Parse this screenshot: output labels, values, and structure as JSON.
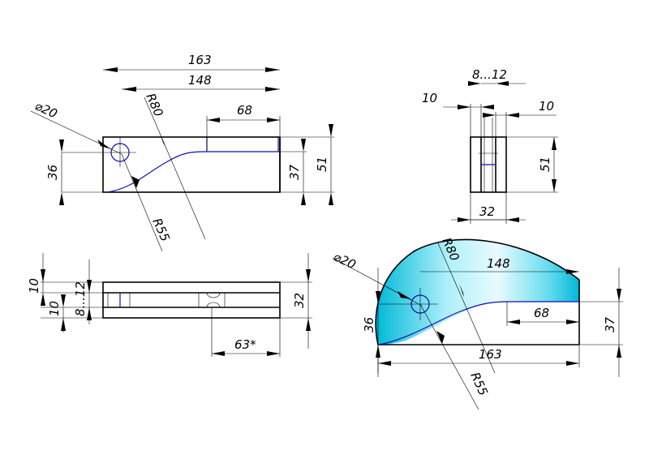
{
  "drawing": {
    "colors": {
      "outline": "#000000",
      "curve": "#1010b0",
      "shade_main": "#00b8d8",
      "shade_light": "#e8fbff"
    },
    "front_view": {
      "dim_overall_length": "163",
      "dim_length_148": "148",
      "dim_slot_68": "68",
      "dim_hole_diameter": "⌀20",
      "dim_radius_80": "R80",
      "dim_radius_55": "R55",
      "dim_height_36": "36",
      "dim_height_37": "37",
      "dim_height_51": "51"
    },
    "side_view": {
      "dim_slot_range": "8...12",
      "dim_left_10": "10",
      "dim_right_10": "10",
      "dim_height_51": "51",
      "dim_width_32": "32"
    },
    "top_view": {
      "dim_top_10": "10",
      "dim_bottom_10": "10",
      "dim_slot_range": "8...12",
      "dim_width_32": "32",
      "dim_ref_63": "63*"
    },
    "iso_view": {
      "dim_hole_diameter": "⌀20",
      "dim_radius_80": "R80",
      "dim_length_148": "148",
      "dim_slot_68": "68",
      "dim_overall_163": "163",
      "dim_radius_55": "R55",
      "dim_height_36": "36",
      "dim_height_37": "37"
    }
  }
}
